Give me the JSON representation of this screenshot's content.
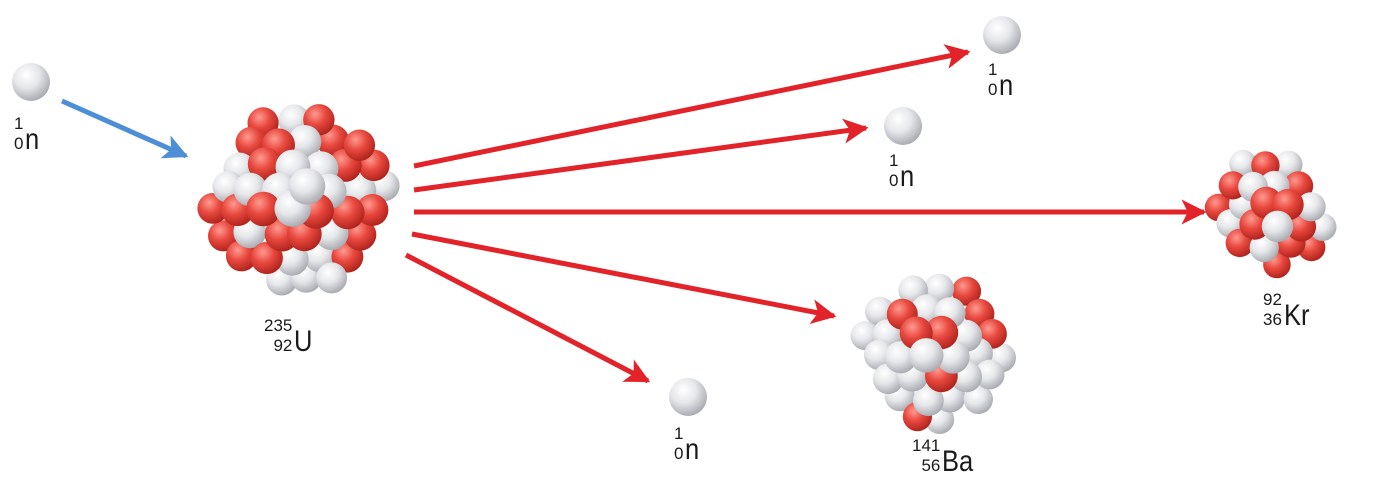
{
  "colors": {
    "incoming_arrow": "#4d8fd6",
    "product_arrows": "#e2232a",
    "proton": "#e8483e",
    "neutron": "#e6e7ea"
  },
  "particles": {
    "incoming_neutron": {
      "mass": "1",
      "atomic": "0",
      "symbol": "n"
    },
    "uranium": {
      "mass": "235",
      "atomic": "92",
      "symbol": "U"
    },
    "neutron_top": {
      "mass": "1",
      "atomic": "0",
      "symbol": "n"
    },
    "neutron_mid": {
      "mass": "1",
      "atomic": "0",
      "symbol": "n"
    },
    "krypton": {
      "mass": "92",
      "atomic": "36",
      "symbol": "Kr"
    },
    "barium": {
      "mass": "141",
      "atomic": "56",
      "symbol": "Ba"
    },
    "neutron_bottom": {
      "mass": "1",
      "atomic": "0",
      "symbol": "n"
    }
  }
}
